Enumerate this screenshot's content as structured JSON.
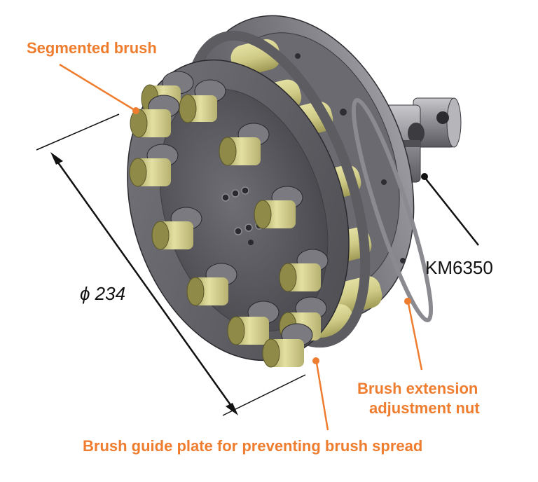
{
  "colors": {
    "accent": "#ef7d2f",
    "line": "#111111",
    "metal_dark": "#4a4a4e",
    "metal_mid": "#6b6b70",
    "metal_light": "#9a9aa0",
    "bristle": "#d8d48e",
    "bristle_shadow": "#a9a45c"
  },
  "labels": {
    "segmented_brush": "Segmented brush",
    "km": "KM6350",
    "diameter": "ϕ 234",
    "nut_line1": "Brush extension",
    "nut_line2": "adjustment nut",
    "guide_plate": "Brush guide plate for preventing brush spread"
  },
  "icons": {
    "tool": "brush-tool-illustration"
  }
}
